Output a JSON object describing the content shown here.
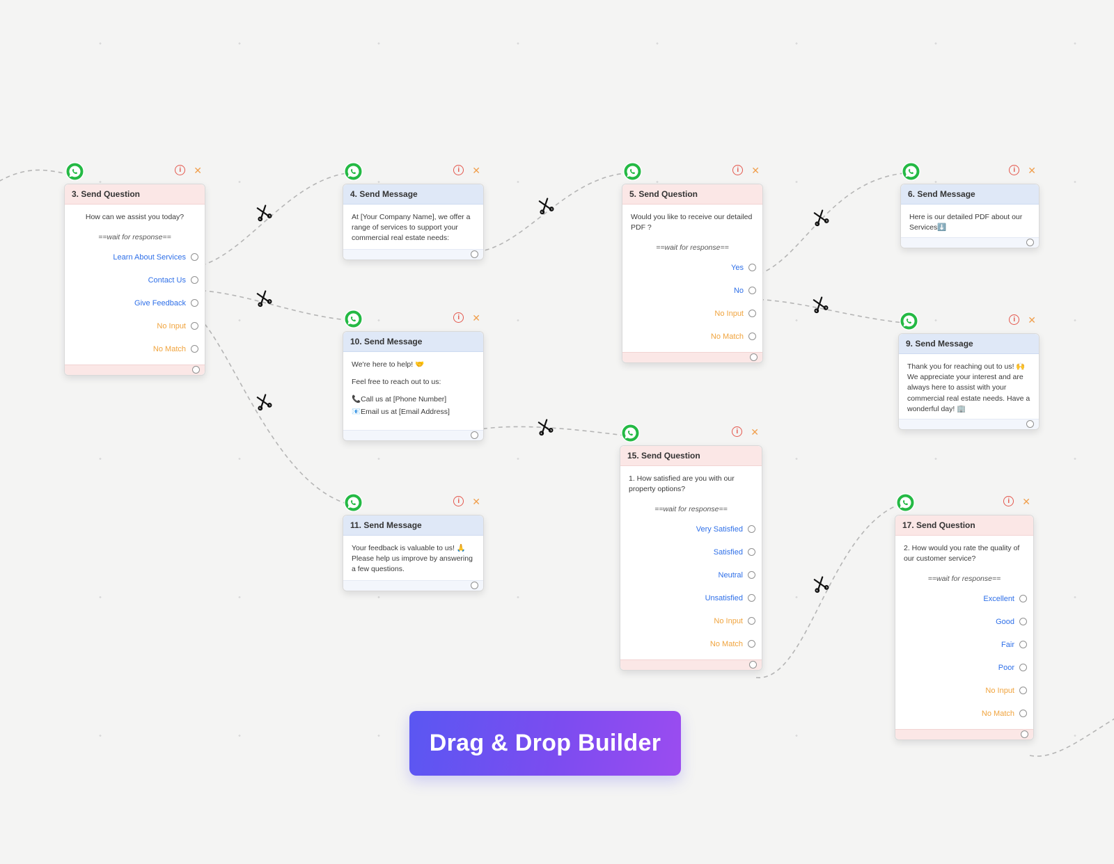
{
  "builder": {
    "button_label": "Drag & Drop Builder"
  },
  "wait_text": "==wait for response==",
  "icons": {
    "whatsapp": "whatsapp-channel",
    "info": "i",
    "close": "✕",
    "scissors": "cut-connection"
  },
  "nodes": {
    "n3": {
      "title": "3. Send Question",
      "body": "How can we assist you today?",
      "options": [
        "Learn About Services",
        "Contact Us",
        "Give Feedback"
      ],
      "fallbacks": [
        "No Input",
        "No Match"
      ]
    },
    "n4": {
      "title": "4. Send Message",
      "body": "At [Your Company Name], we offer a range of services to support your commercial real estate needs:"
    },
    "n5": {
      "title": "5. Send Question",
      "body": "Would you like to receive our detailed PDF ?",
      "options": [
        "Yes",
        "No"
      ],
      "fallbacks": [
        "No Input",
        "No Match"
      ]
    },
    "n6": {
      "title": "6. Send Message",
      "body": "Here is our detailed PDF about our Services⬇️"
    },
    "n9": {
      "title": "9. Send Message",
      "body": "Thank you for reaching out to us! 🙌 We appreciate your interest and are always here to assist with your commercial real estate needs. Have a wonderful day! 🏢"
    },
    "n10": {
      "title": "10. Send Message",
      "lines": [
        "We're here to help! 🤝",
        "Feel free to reach out to us:",
        "📞Call us at [Phone Number]",
        "📧Email us at [Email Address]"
      ]
    },
    "n11": {
      "title": "11. Send Message",
      "body": "Your feedback is valuable to us! 🙏 Please help us improve by answering a few questions."
    },
    "n15": {
      "title": "15. Send Question",
      "body": "1. How satisfied are you with our property options?",
      "options": [
        "Very Satisfied",
        "Satisfied",
        "Neutral",
        "Unsatisfied"
      ],
      "fallbacks": [
        "No Input",
        "No Match"
      ]
    },
    "n17": {
      "title": "17. Send Question",
      "body": "2. How would you rate the quality of our customer service?",
      "options": [
        "Excellent",
        "Good",
        "Fair",
        "Poor"
      ],
      "fallbacks": [
        "No Input",
        "No Match"
      ]
    }
  }
}
